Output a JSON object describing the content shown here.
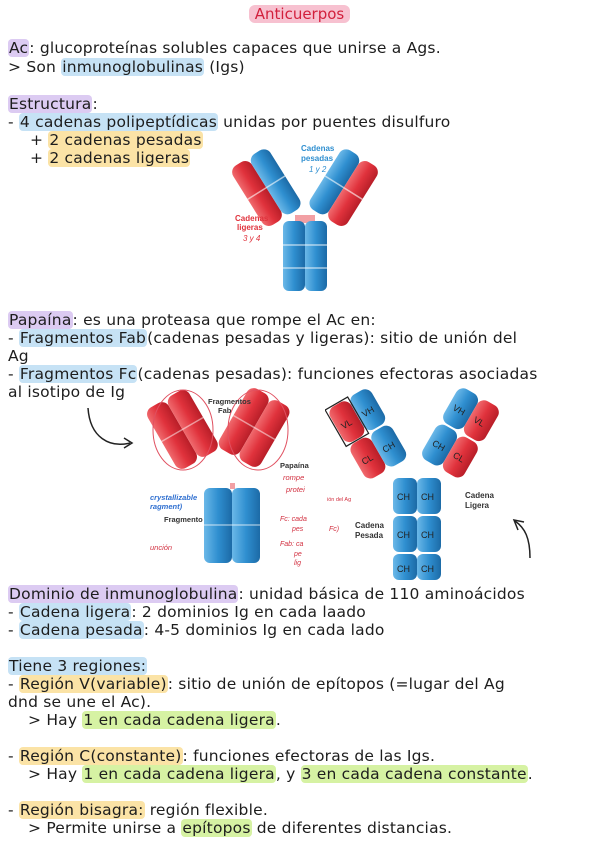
{
  "title": "Anticuerpos",
  "ac": {
    "term": "Ac",
    "definition": ": glucoproteínas solubles capaces que unirse a Ags.",
    "note_prefix": "> Son ",
    "note_term": "inmunoglobulinas",
    "note_suffix": " (Igs)"
  },
  "estructura": {
    "heading": "Estructura",
    "heading_colon": ":",
    "l1_prefix": "- ",
    "l1_term": "4 cadenas polipeptídicas",
    "l1_suffix": " unidas por puentes disulfuro",
    "l2_prefix": "+ ",
    "l2_term": "2 cadenas pesadas",
    "l3_prefix": "+ ",
    "l3_term": "2 cadenas ligeras"
  },
  "figure1": {
    "label_pesadas_1": "Cadenas",
    "label_pesadas_2": "pesadas",
    "label_pesadas_3": "1 y 2",
    "label_ligeras_1": "Cadenas",
    "label_ligeras_2": "ligeras",
    "label_ligeras_3": "3 y 4"
  },
  "papaina": {
    "term": "Papaína",
    "definition": ": es una proteasa que rompe el Ac en:",
    "fab_prefix": "- ",
    "fab_term": "Fragmentos Fab",
    "fab_text_1": "(cadenas pesadas y ligeras): sitio de unión del",
    "fab_text_2": "Ag",
    "fc_prefix": "- ",
    "fc_term": "Fragmentos Fc",
    "fc_text_1": "(cadenas pesadas): funciones efectoras asociadas",
    "fc_text_2": "al isotipo de Ig"
  },
  "figure2": {
    "fragmentos_fab_1": "Fragmentos",
    "fragmentos_fab_2": "Fab",
    "papaina_1": "Papaína",
    "papaina_2": "rompe",
    "papaina_3": "protei",
    "crystallizable_1": "crystallizable",
    "crystallizable_2": "ragment)",
    "fragmento": "Fragmento",
    "uncion": "unción",
    "fc_note_1": "Fc: cada",
    "fc_note_2": "pes",
    "fab_note_1": "Fab: ca",
    "fab_note_2": "pe",
    "fab_note_3": "lig"
  },
  "figure3": {
    "vl": "VL",
    "vh": "VH",
    "cl": "CL",
    "ch": "CH",
    "cadena_pesada_1": "Cadena",
    "cadena_pesada_2": "Pesada",
    "cadena_ligera_1": "Cadena",
    "cadena_ligera_2": "Ligera",
    "fc_mark": "Fc)",
    "side_note": "ión del Ag"
  },
  "dominio": {
    "term": "Dominio de inmunoglobulina",
    "definition": ": unidad básica de 110 aminoácidos",
    "l1_prefix": "- ",
    "l1_term": "Cadena ligera",
    "l1_text": ": 2 dominios Ig en cada laado",
    "l2_prefix": "- ",
    "l2_term": "Cadena pesada",
    "l2_text": ": 4-5 dominios Ig en cada lado"
  },
  "regiones": {
    "heading": "Tiene 3 regiones:",
    "v_prefix": "- ",
    "v_term": "Región V(variable)",
    "v_text_1": ": sitio de unión de epítopos (=lugar del Ag",
    "v_text_2": "dnd se une el Ac).",
    "v_note_prefix": "> Hay ",
    "v_note_term": "1 en cada cadena ligera",
    "v_note_suffix": ".",
    "c_prefix": "- ",
    "c_term": "Región C(constante)",
    "c_text": ": funciones efectoras de las Igs.",
    "c_note_prefix": "> Hay ",
    "c_note_term1": "1 en cada cadena ligera",
    "c_note_mid": ", y ",
    "c_note_term2": "3 en cada cadena constante",
    "c_note_suffix": ".",
    "b_prefix": "- ",
    "b_term": "Región bisagra:",
    "b_text": " región flexible.",
    "b_note_prefix": "> Permite unirse a ",
    "b_note_term": "epítopos",
    "b_note_suffix": " de diferentes distancias."
  },
  "colors": {
    "red_chain": "#e0323c",
    "blue_chain": "#2f8fd0",
    "pink_hl": "#f4c3d6",
    "purple_hl": "#dccbf2",
    "blue_hl": "#c6e2f5",
    "yellow_hl": "#fbe3a6",
    "green_hl": "#d6f2a3"
  }
}
